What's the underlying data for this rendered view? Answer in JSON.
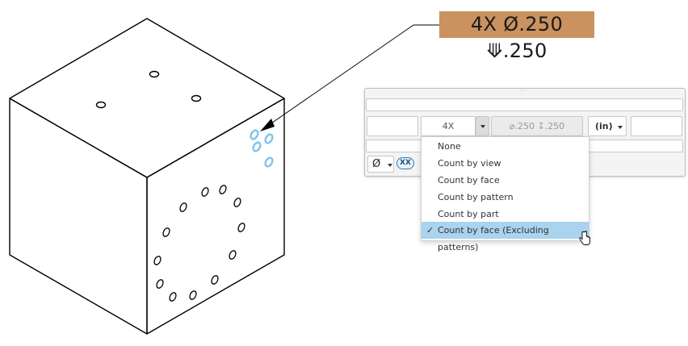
{
  "callout": {
    "text": "4X Ø.250 ⟱.250",
    "background_color": "#c9925f"
  },
  "drawing": {
    "description": "Isometric cube with hole patterns",
    "highlight_color": "#7fc4ec",
    "line_color": "#000000"
  },
  "panel": {
    "grip_icon": "···",
    "row2": {
      "left_field_value": "",
      "count_value": "4X",
      "hole_callout_value": "⌀.250 ↧.250",
      "units_label": "(in)",
      "right_field_value": ""
    },
    "row4": {
      "diameter_symbol": "Ø",
      "xx_label": "XX"
    }
  },
  "dropdown": {
    "items": [
      {
        "label": "None",
        "selected": false
      },
      {
        "label": "Count by view",
        "selected": false
      },
      {
        "label": "Count by face",
        "selected": false
      },
      {
        "label": "Count by pattern",
        "selected": false
      },
      {
        "label": "Count by part",
        "selected": false
      },
      {
        "label": "Count by face (Excluding patterns)",
        "selected": true
      }
    ],
    "check_icon": "✓",
    "selected_color": "#a9d3ee"
  }
}
